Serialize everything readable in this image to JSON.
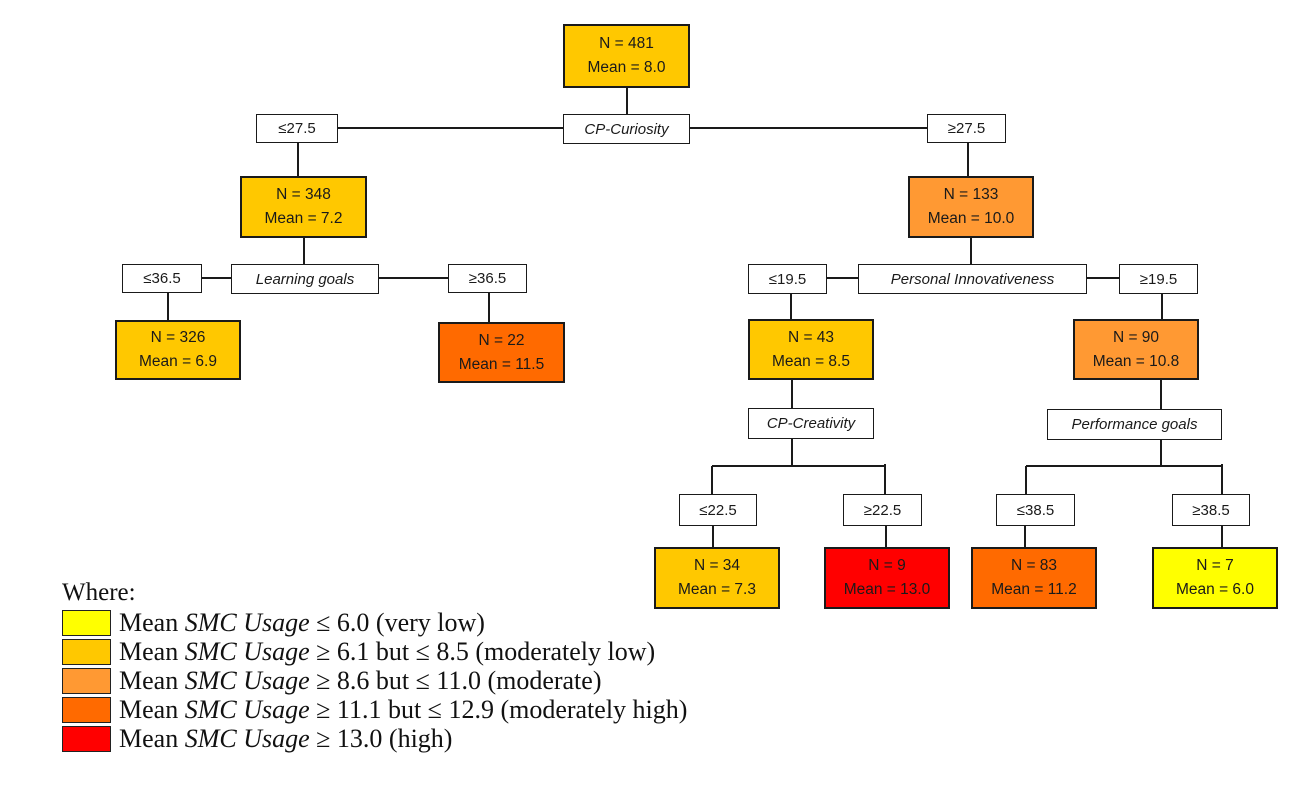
{
  "colors": {
    "very_low": "#ffff00",
    "moderately_low": "#ffc800",
    "moderate": "#ff9933",
    "moderately_high": "#ff6a00",
    "high": "#ff0000"
  },
  "tree": {
    "root": {
      "n": "N = 481",
      "mean": "Mean = 8.0",
      "level": "moderately_low",
      "split_var": "CP-Curiosity"
    },
    "left_split": "≤27.5",
    "right_split": "≥27.5",
    "n348": {
      "n": "N = 348",
      "mean": "Mean = 7.2",
      "level": "moderately_low",
      "split_var": "Learning goals"
    },
    "n348_left_split": "≤36.5",
    "n348_right_split": "≥36.5",
    "n326": {
      "n": "N = 326",
      "mean": "Mean = 6.9",
      "level": "moderately_low"
    },
    "n22": {
      "n": "N = 22",
      "mean": "Mean = 11.5",
      "level": "moderately_high"
    },
    "n133": {
      "n": "N = 133",
      "mean": "Mean = 10.0",
      "level": "moderate",
      "split_var": "Personal Innovativeness"
    },
    "n133_left_split": "≤19.5",
    "n133_right_split": "≥19.5",
    "n43": {
      "n": "N = 43",
      "mean": "Mean = 8.5",
      "level": "moderately_low",
      "split_var": "CP-Creativity"
    },
    "n43_left_split": "≤22.5",
    "n43_right_split": "≥22.5",
    "n34": {
      "n": "N = 34",
      "mean": "Mean = 7.3",
      "level": "moderately_low"
    },
    "n9": {
      "n": "N = 9",
      "mean": "Mean = 13.0",
      "level": "high"
    },
    "n90": {
      "n": "N = 90",
      "mean": "Mean = 10.8",
      "level": "moderate",
      "split_var": "Performance goals"
    },
    "n90_left_split": "≤38.5",
    "n90_right_split": "≥38.5",
    "n83": {
      "n": "N = 83",
      "mean": "Mean = 11.2",
      "level": "moderately_high"
    },
    "n7": {
      "n": "N = 7",
      "mean": "Mean = 6.0",
      "level": "very_low"
    }
  },
  "legend": {
    "title": "Where:",
    "items": [
      {
        "level": "very_low",
        "prefix": "Mean ",
        "var": "SMC Usage",
        "rule": " ≤ 6.0 (very low)"
      },
      {
        "level": "moderately_low",
        "prefix": "Mean ",
        "var": "SMC Usage",
        "rule": " ≥ 6.1 but ≤ 8.5 (moderately low)"
      },
      {
        "level": "moderate",
        "prefix": "Mean ",
        "var": "SMC Usage",
        "rule": " ≥ 8.6 but ≤ 11.0 (moderate)"
      },
      {
        "level": "moderately_high",
        "prefix": "Mean ",
        "var": "SMC Usage",
        "rule": " ≥ 11.1 but ≤ 12.9 (moderately high)"
      },
      {
        "level": "high",
        "prefix": "Mean ",
        "var": "SMC Usage",
        "rule": " ≥ 13.0 (high)"
      }
    ]
  }
}
